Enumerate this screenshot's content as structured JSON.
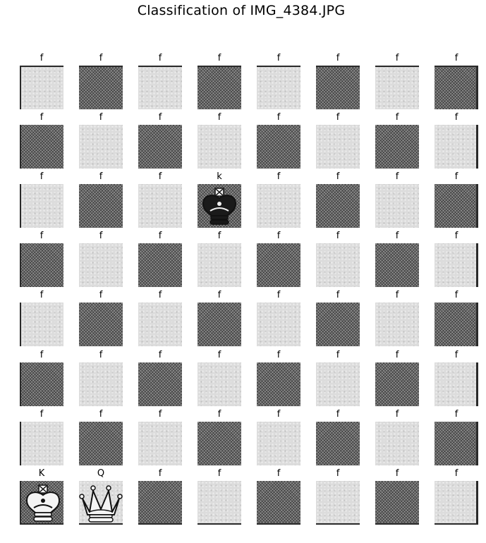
{
  "title": "Classification of IMG_4384.JPG",
  "grid": {
    "rows": [
      [
        "f",
        "f",
        "f",
        "f",
        "f",
        "f",
        "f",
        "f"
      ],
      [
        "f",
        "f",
        "f",
        "f",
        "f",
        "f",
        "f",
        "f"
      ],
      [
        "f",
        "f",
        "f",
        "k",
        "f",
        "f",
        "f",
        "f"
      ],
      [
        "f",
        "f",
        "f",
        "f",
        "f",
        "f",
        "f",
        "f"
      ],
      [
        "f",
        "f",
        "f",
        "f",
        "f",
        "f",
        "f",
        "f"
      ],
      [
        "f",
        "f",
        "f",
        "f",
        "f",
        "f",
        "f",
        "f"
      ],
      [
        "f",
        "f",
        "f",
        "f",
        "f",
        "f",
        "f",
        "f"
      ],
      [
        "K",
        "Q",
        "f",
        "f",
        "f",
        "f",
        "f",
        "f"
      ]
    ],
    "shading": [
      [
        "light",
        "dark",
        "light",
        "dark",
        "light",
        "dark",
        "light",
        "dark"
      ],
      [
        "dark",
        "light",
        "dark",
        "light",
        "dark",
        "light",
        "dark",
        "light"
      ],
      [
        "light",
        "dark",
        "light",
        "dark",
        "light",
        "dark",
        "light",
        "dark"
      ],
      [
        "dark",
        "light",
        "dark",
        "light",
        "dark",
        "light",
        "dark",
        "light"
      ],
      [
        "light",
        "dark",
        "light",
        "dark",
        "light",
        "dark",
        "light",
        "dark"
      ],
      [
        "dark",
        "light",
        "dark",
        "light",
        "dark",
        "light",
        "dark",
        "light"
      ],
      [
        "light",
        "dark",
        "light",
        "dark",
        "light",
        "dark",
        "light",
        "dark"
      ],
      [
        "dark",
        "light",
        "dark",
        "light",
        "dark",
        "light",
        "dark",
        "light"
      ]
    ]
  },
  "pieces": {
    "k": "black-king-icon",
    "K": "white-king-icon",
    "Q": "white-queen-icon"
  }
}
